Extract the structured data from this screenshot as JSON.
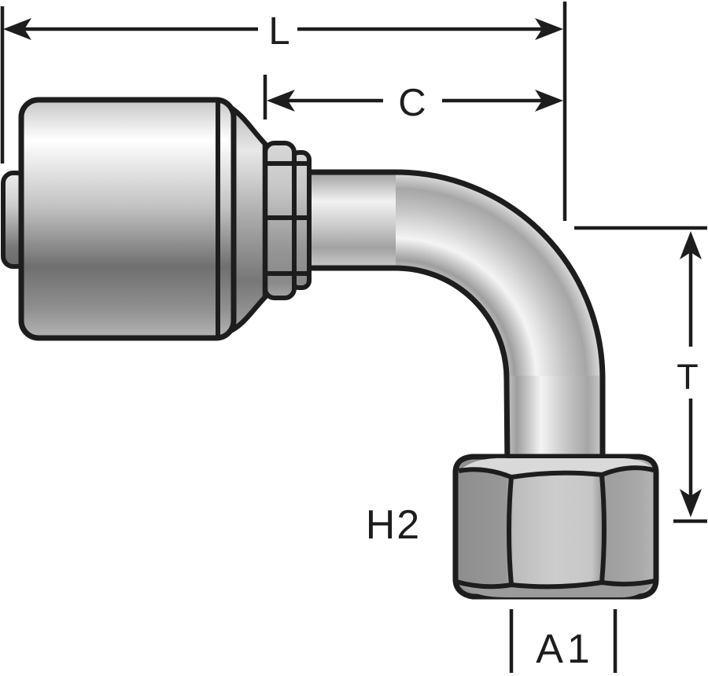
{
  "diagram": {
    "description": "Technical line drawing of a 90-degree crimp hose fitting with female swivel hex nut, annotated with dimension callouts",
    "background_color": "#ffffff",
    "line_color": "#1d1d1d",
    "metal_highlight_color": "#f4f4f4",
    "metal_shadow_color": "#6f6f6f",
    "labels": {
      "overall_length": "L",
      "cutoff_length": "C",
      "drop_height": "T",
      "hex_size": "H2",
      "thread_end": "A1"
    },
    "parts": {
      "ferrule": "crimp-ferrule-collar",
      "stem": "hose-stem-end",
      "rings": "collar-retention-rings",
      "tube": "90-degree-elbow-tube",
      "nut": "female-swivel-hex-nut"
    }
  }
}
